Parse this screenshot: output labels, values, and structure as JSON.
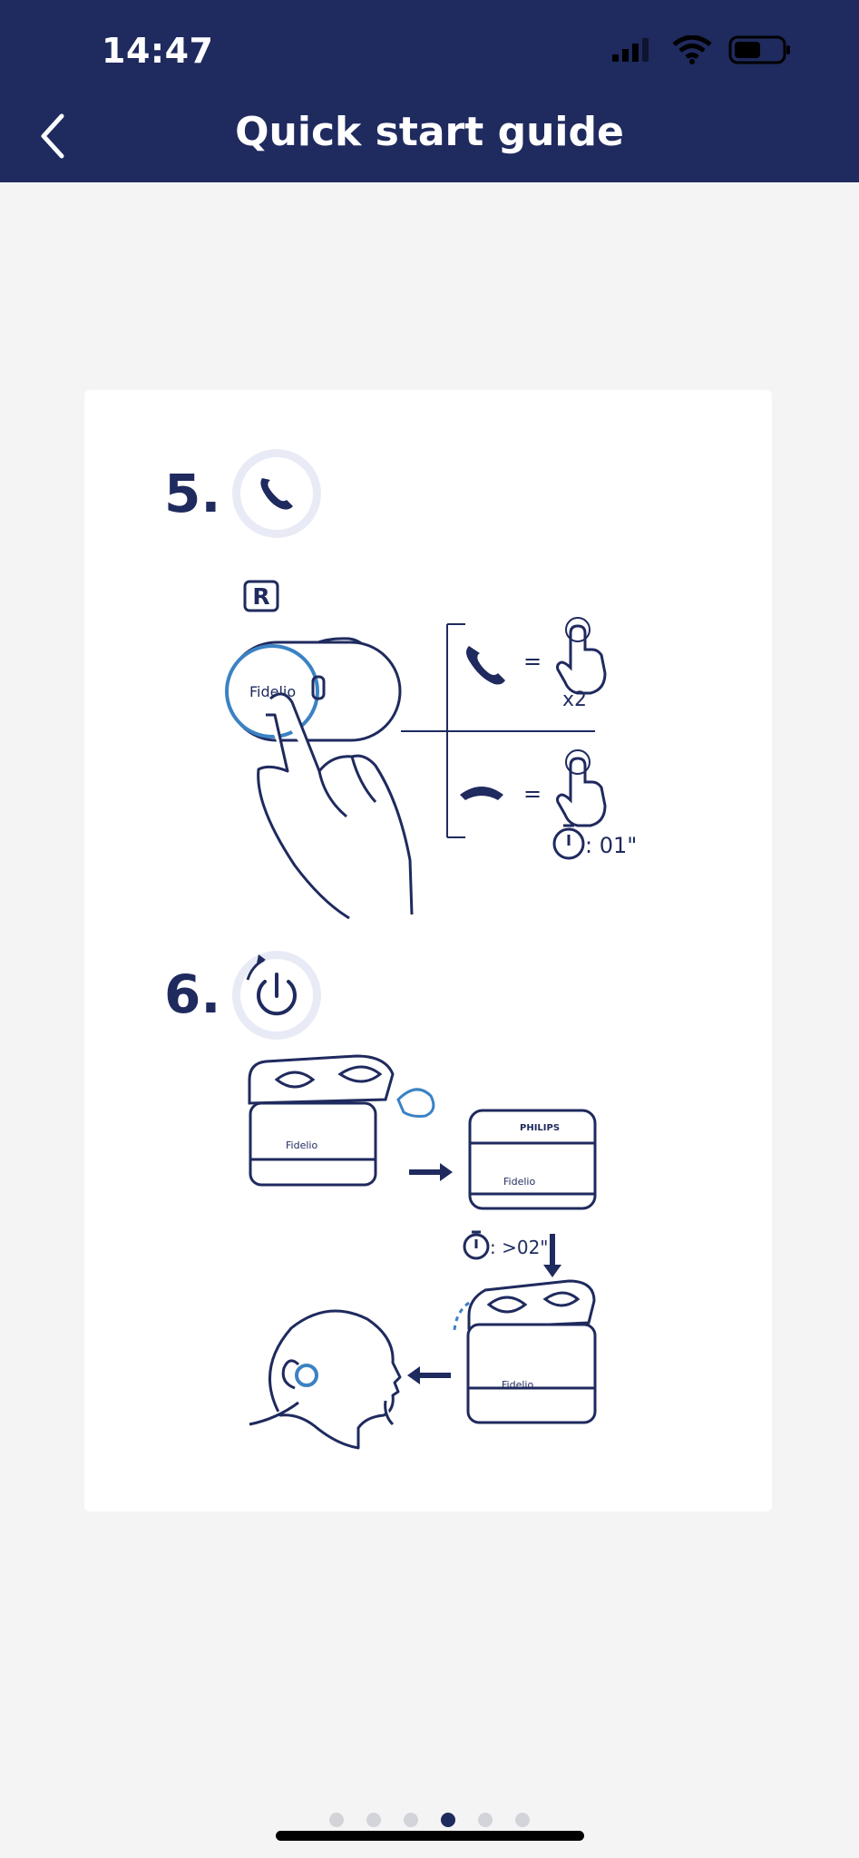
{
  "status_bar": {
    "time": "14:47"
  },
  "header": {
    "title": "Quick start guide"
  },
  "steps": [
    {
      "number": "5.",
      "side_label": "R",
      "brand": "Fidelio",
      "answer_taps": "x2",
      "hangup_hold": ": 01\""
    },
    {
      "number": "6.",
      "brand_case": "PHILIPS",
      "brand": "Fidelio",
      "hold_time": ": >02\""
    }
  ],
  "pager": {
    "total": 6,
    "active_index": 3
  },
  "colors": {
    "header": "#1f2a5e",
    "accent": "#1f2a5e",
    "highlight": "#3b82c4"
  }
}
